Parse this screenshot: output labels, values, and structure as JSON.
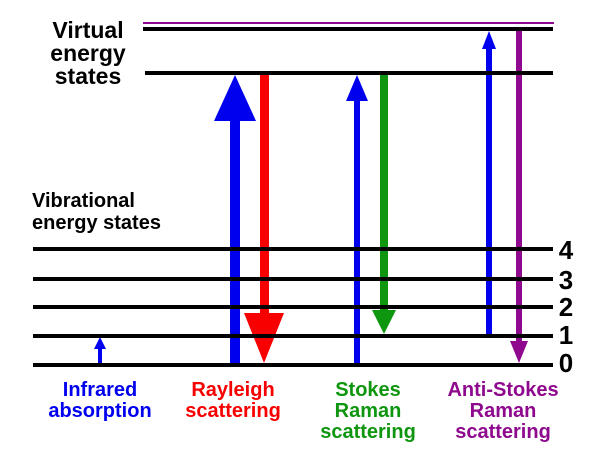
{
  "colors": {
    "blue": "#0000ee",
    "red": "#f80000",
    "green": "#0f960f",
    "purple": "#8e098e",
    "line": "#000000",
    "text": "#000000",
    "background": "#ffffff"
  },
  "diagram": {
    "title_semantic": "Raman scattering energy level diagram",
    "virtual_states_label": {
      "lines": [
        "Virtual",
        "energy",
        "states"
      ]
    },
    "vibrational_states_label": {
      "lines": [
        "Vibrational",
        "energy states"
      ]
    },
    "vibrational_level_numbers": [
      "4",
      "3",
      "2",
      "1",
      "0"
    ],
    "energy_levels": {
      "virtual": [
        "upper",
        "lower"
      ],
      "vibrational": [
        "4",
        "3",
        "2",
        "1",
        "0"
      ]
    },
    "arrows": [
      {
        "name": "infrared-absorption",
        "color": "blue",
        "direction": "up",
        "from": "vibrational level 0",
        "to": "vibrational level 1"
      },
      {
        "name": "rayleigh-incident",
        "color": "blue",
        "direction": "up",
        "from": "vibrational level 0",
        "to": "virtual lower state"
      },
      {
        "name": "rayleigh-scattered",
        "color": "red",
        "direction": "down",
        "from": "virtual lower state",
        "to": "vibrational level 0"
      },
      {
        "name": "stokes-incident",
        "color": "blue",
        "direction": "up",
        "from": "vibrational level 0",
        "to": "virtual lower state"
      },
      {
        "name": "stokes-scattered",
        "color": "green",
        "direction": "down",
        "from": "virtual lower state",
        "to": "vibrational level 1"
      },
      {
        "name": "anti-stokes-incident",
        "color": "blue",
        "direction": "up",
        "from": "vibrational level 1",
        "to": "virtual upper state"
      },
      {
        "name": "anti-stokes-scattered",
        "color": "purple",
        "direction": "down",
        "from": "virtual upper state",
        "to": "vibrational level 0"
      }
    ]
  },
  "captions": {
    "infrared": {
      "color": "blue",
      "lines": [
        "Infrared",
        "absorption"
      ]
    },
    "rayleigh": {
      "color": "red",
      "lines": [
        "Rayleigh",
        "scattering"
      ]
    },
    "stokes": {
      "color": "green",
      "lines": [
        "Stokes",
        "Raman",
        "scattering"
      ]
    },
    "anti_stokes": {
      "color": "purple",
      "lines": [
        "Anti-Stokes",
        "Raman",
        "scattering"
      ]
    }
  }
}
